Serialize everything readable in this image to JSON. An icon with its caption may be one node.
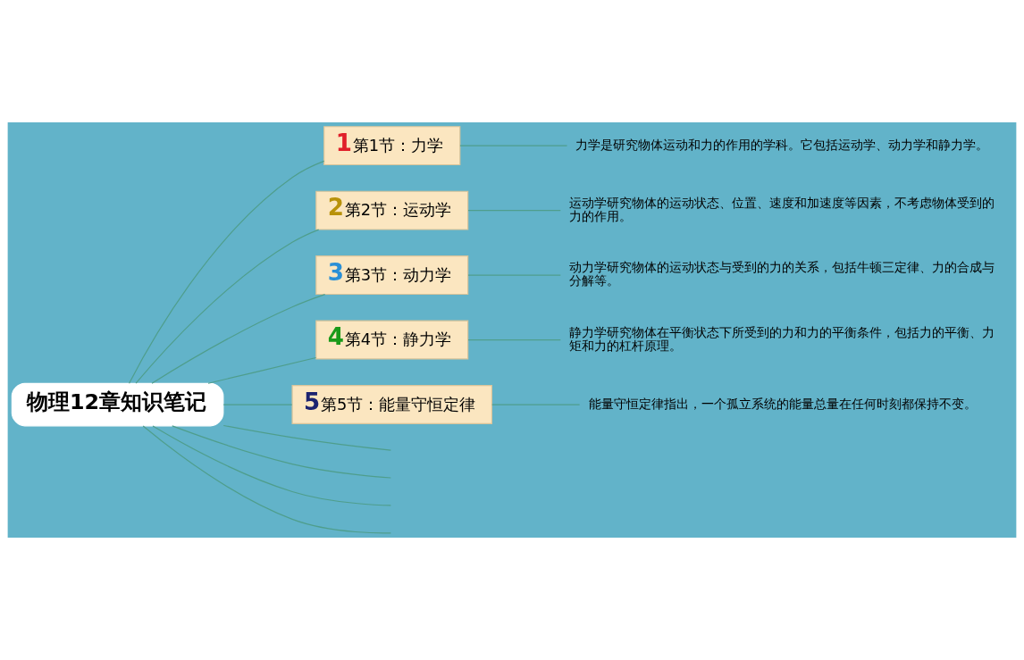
{
  "diagram": {
    "nodes": [
      {
        "text": [
          "物理12章知识笔记"
        ]
      },
      {
        "text": [
          "1",
          "第1节：力学"
        ]
      },
      {
        "text": [
          "力学是研究物体运动和力的作用的学科。它包括运动学、动力学和静力学。"
        ]
      },
      {
        "text": [
          "2",
          "第2节：运动学"
        ]
      },
      {
        "text": [
          "运动学研究物体的运动状态、位置、速度和加速度等因素，不考虑物体受到的力的作用。"
        ]
      },
      {
        "text": [
          "3",
          "第3节：动力学"
        ]
      },
      {
        "text": [
          "动力学研究物体的运动状态与受到的力的关系，包括牛顿三定律、力的合成与分解等。"
        ]
      },
      {
        "text": [
          "4",
          "第4节：静力学"
        ]
      },
      {
        "text": [
          "静力学研究物体在平衡状态下所受到的力和力的平衡条件，包括力的平衡、力矩和力的杠杆原理。"
        ]
      },
      {
        "text": [
          "5",
          "第5节：能量守恒定律"
        ]
      },
      {
        "text": [
          "能量守恒定律指出，一个孤立系统的能量总量在任何时刻都保持不变。"
        ]
      }
    ],
    "edges": [
      {
        "from": 0,
        "to": 1,
        "arrow": "none"
      },
      {
        "from": 1,
        "to": 2,
        "arrow": "none"
      },
      {
        "from": 0,
        "to": 3,
        "arrow": "none"
      },
      {
        "from": 3,
        "to": 4,
        "arrow": "none"
      },
      {
        "from": 0,
        "to": 5,
        "arrow": "none"
      },
      {
        "from": 5,
        "to": 6,
        "arrow": "none"
      },
      {
        "from": 0,
        "to": 7,
        "arrow": "none"
      },
      {
        "from": 7,
        "to": 8,
        "arrow": "none"
      },
      {
        "from": 0,
        "to": 9,
        "arrow": "none"
      },
      {
        "from": 9,
        "to": 10,
        "arrow": "none"
      },
      {
        "from": 0,
        "to": null,
        "arrow": "none"
      },
      {
        "from": 0,
        "to": null,
        "arrow": "none"
      },
      {
        "from": 0,
        "to": null,
        "arrow": "none"
      },
      {
        "from": 0,
        "to": null,
        "arrow": "none"
      }
    ]
  }
}
